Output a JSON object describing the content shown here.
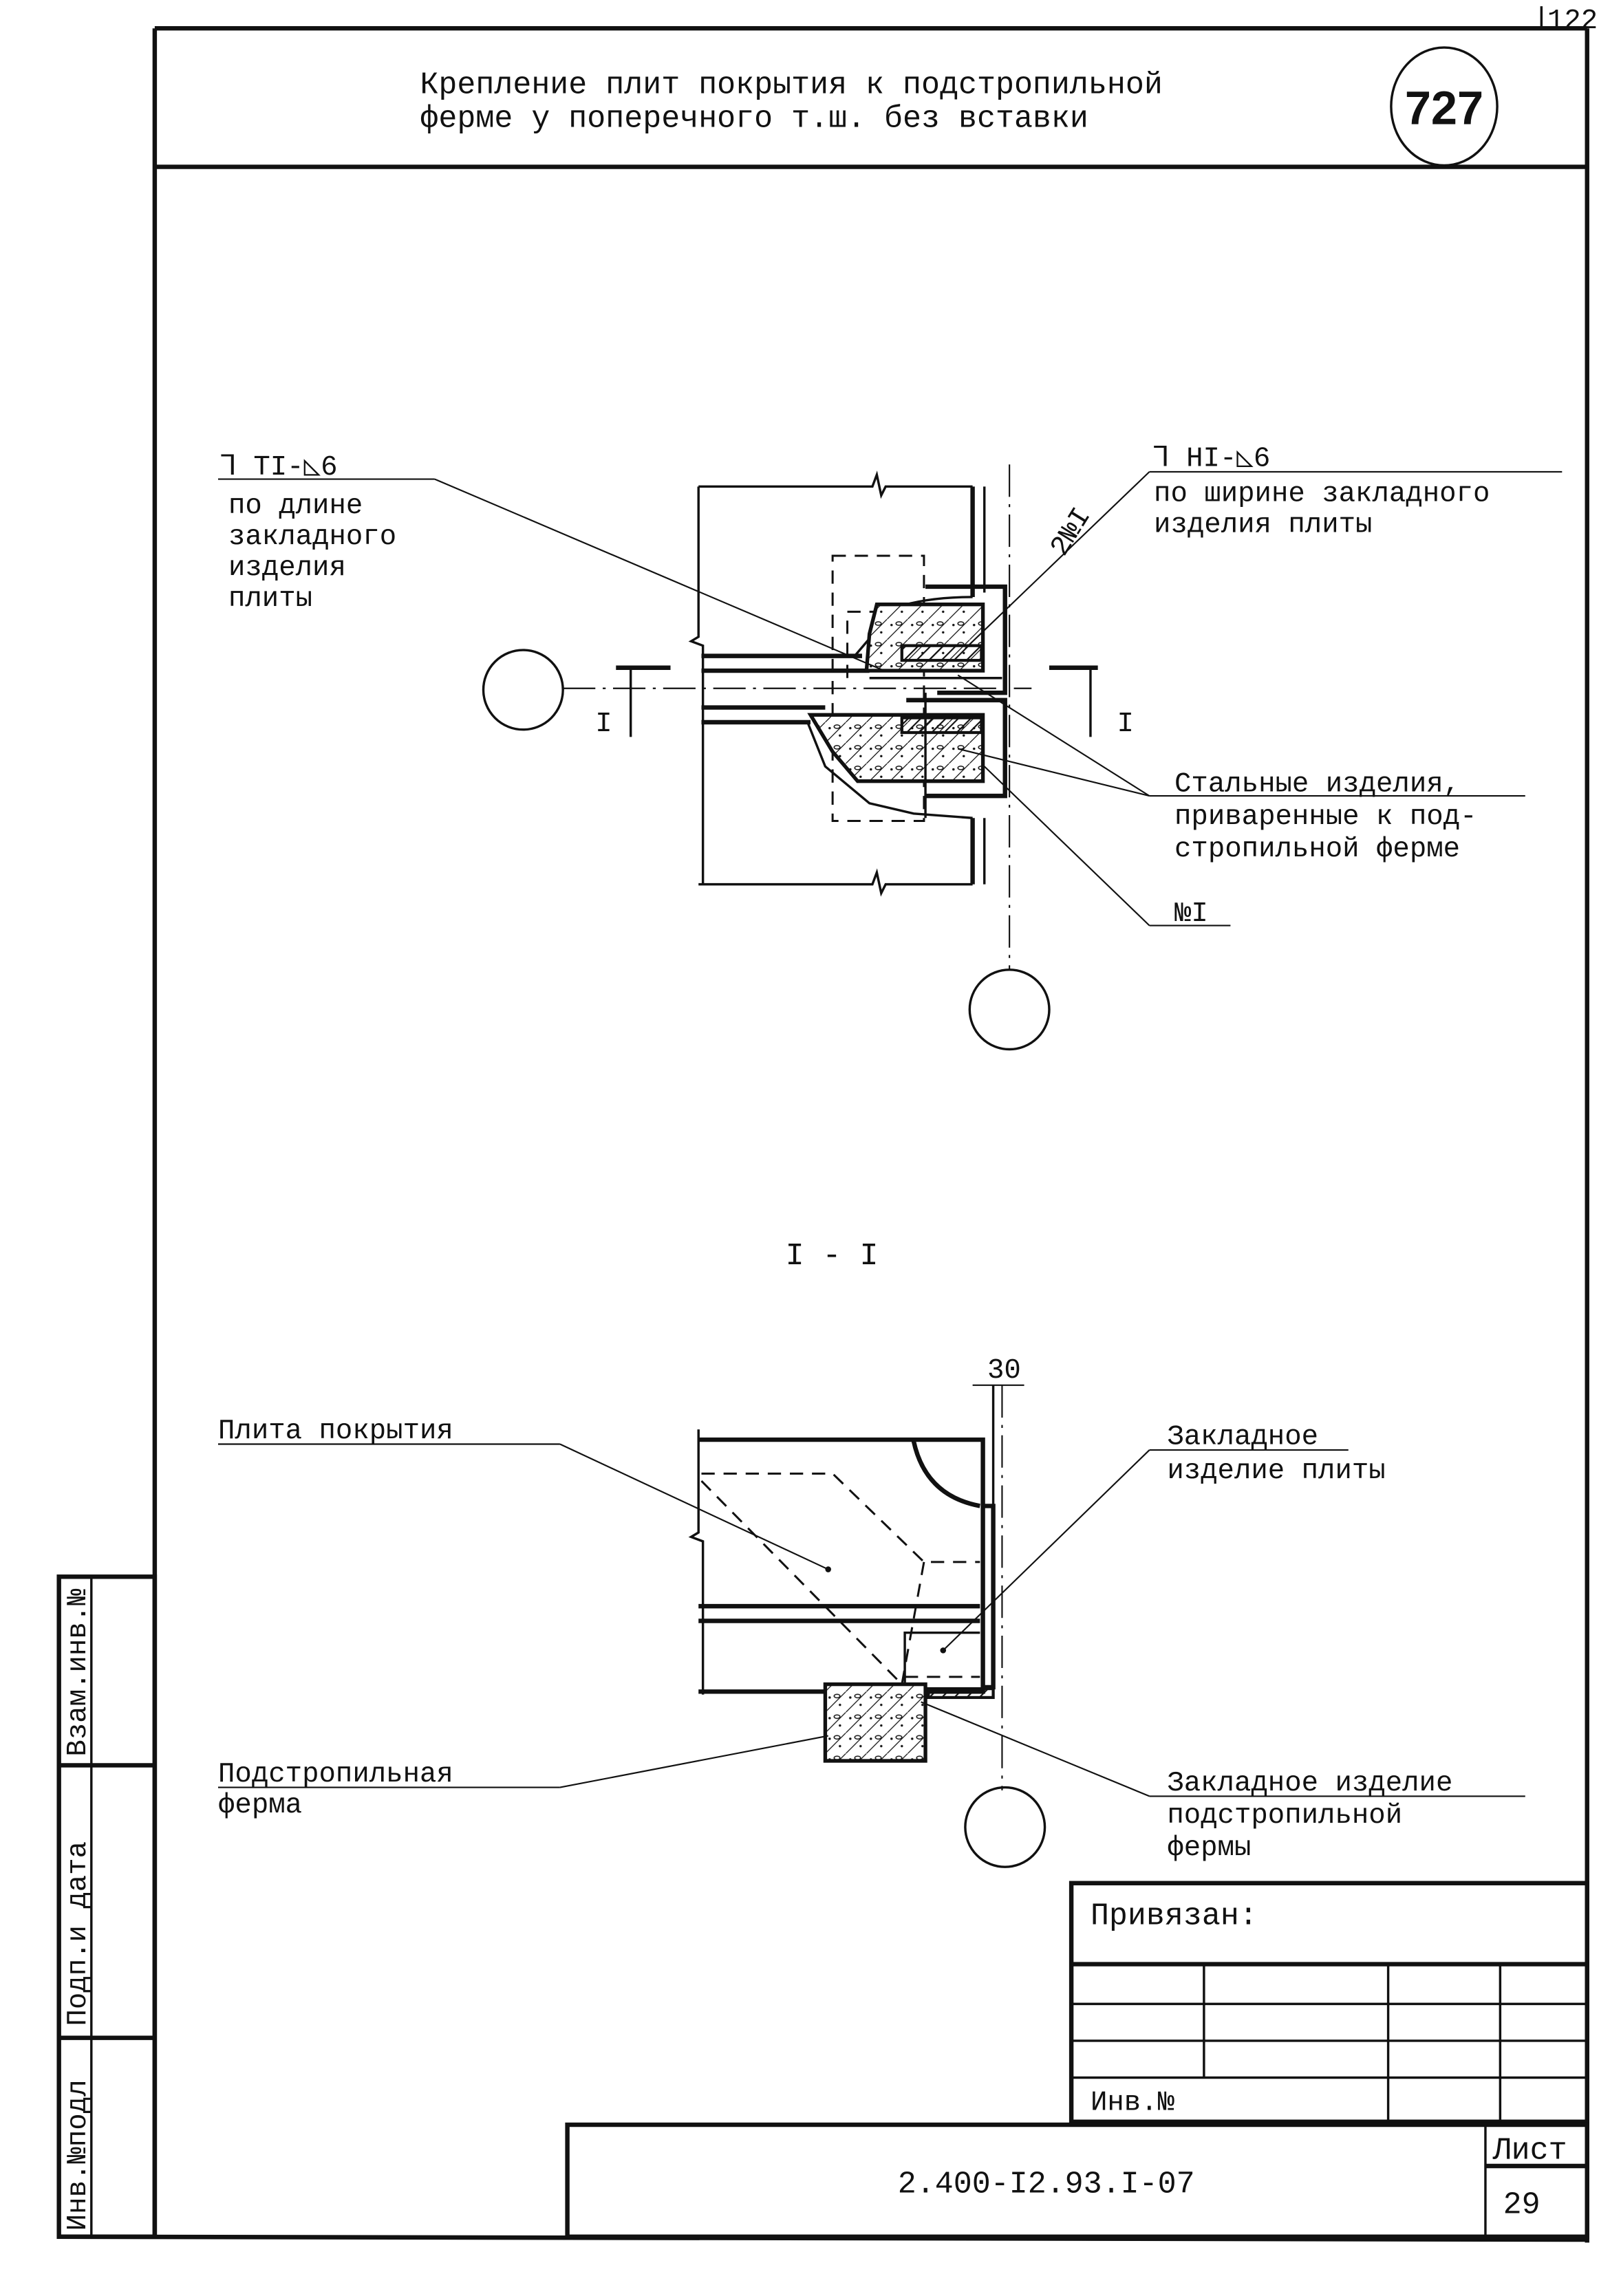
{
  "sheet_corner_number": "122",
  "title": {
    "line1": "Крепление плит покрытия к подстропильной",
    "line2": "ферме у поперечного т.ш. без вставки",
    "node_number": "727"
  },
  "plan_view": {
    "weld_left": {
      "symbol": "⅂ TI-◺6",
      "lines": [
        "по длине",
        "закладного",
        "изделия",
        "плиты"
      ]
    },
    "weld_right": {
      "symbol": "⅂ HI-◺6",
      "lines": [
        "по ширине закладного",
        "изделия плиты"
      ]
    },
    "steel_parts": {
      "lines": [
        "Стальные изделия,",
        "приваренные к под-",
        "стропильной ферме"
      ]
    },
    "part_mark": "№I",
    "part_mark_count": "2№I",
    "section_mark": "I"
  },
  "section": {
    "title": "I - I",
    "dimension": "30",
    "slab_label": "Плита покрытия",
    "slab_embed_label": [
      "Закладное",
      "изделие плиты"
    ],
    "truss_label": [
      "Подстропильная",
      "ферма"
    ],
    "truss_embed_label": [
      "Закладное изделие",
      "подстропильной",
      "фермы"
    ]
  },
  "side_strip": {
    "replaced_inv": "Взам.инв.№",
    "sign_date": "Подп.и дата",
    "orig_inv": "Инв.№подл"
  },
  "stamp": {
    "bound_label": "Привязан:",
    "inv_label": "Инв.№",
    "document_code": "2.400-I2.93.I-07",
    "sheet_label": "Лист",
    "sheet_number": "29"
  }
}
